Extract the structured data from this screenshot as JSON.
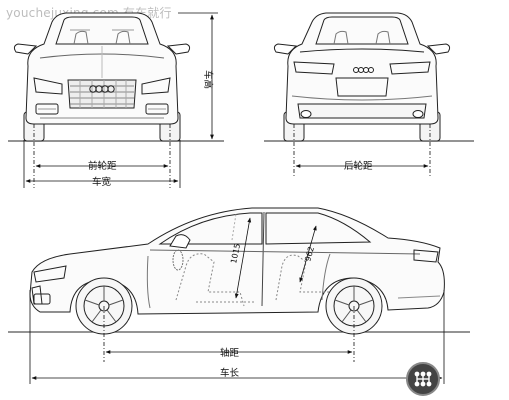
{
  "watermark_top": "youchejuxing.com 有车就行",
  "watermark_bottom": "",
  "dimensions": {
    "front_track": "前轮距",
    "overall_width": "车宽",
    "height": "车高",
    "rear_track": "后轮距",
    "wheelbase": "轴距",
    "overall_length": "车长",
    "interior_front": "1015",
    "interior_rear": "962"
  },
  "icons": {
    "logo": "gearshift-logo-icon"
  }
}
